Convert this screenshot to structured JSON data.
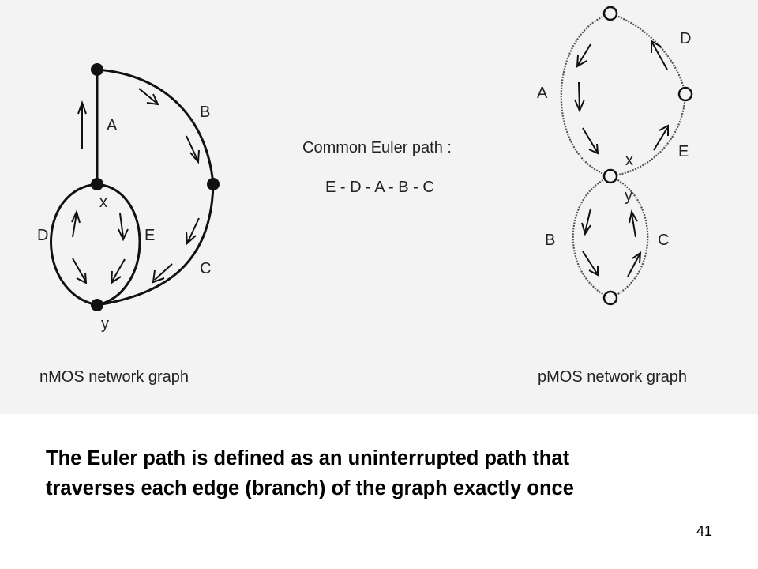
{
  "nmos": {
    "caption": "nMOS network graph",
    "edges": {
      "A": "A",
      "B": "B",
      "C": "C",
      "D": "D",
      "E": "E"
    },
    "nodes": {
      "x": "x",
      "y": "y"
    }
  },
  "pmos": {
    "caption": "pMOS network graph",
    "edges": {
      "A": "A",
      "B": "B",
      "C": "C",
      "D": "D",
      "E": "E"
    },
    "nodes": {
      "x": "x",
      "y": "y"
    }
  },
  "euler": {
    "title": "Common Euler path :",
    "sequence": "E - D - A - B - C"
  },
  "caption": {
    "line1": "The Euler path is defined as an uninterrupted path that",
    "line2": "traverses each edge (branch) of the graph exactly once"
  },
  "page_number": "41",
  "colors": {
    "figure_bg": "#f3f3f3",
    "ink": "#111111"
  }
}
